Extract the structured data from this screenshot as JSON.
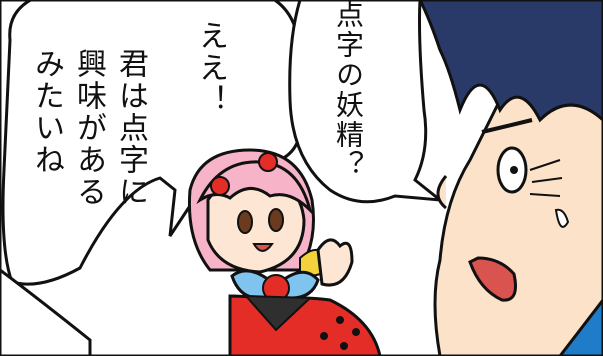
{
  "panel": {
    "speech": {
      "boy_question": "点字の妖精？",
      "fairy_reply_line1": "ええ！",
      "fairy_reply_line2": "君は点字に",
      "fairy_reply_line3": "興味がある",
      "fairy_reply_line4": "みたいね"
    },
    "colors": {
      "ink": "#111111",
      "fairy_hair": "#f7b4c9",
      "fairy_skin": "#fde7d4",
      "fairy_dress": "#e52d27",
      "fairy_bow": "#7fc4ef",
      "boy_hair": "#2a3a68",
      "boy_skin": "#fbe2c8",
      "boy_shirt": "#1e7cc8"
    }
  }
}
